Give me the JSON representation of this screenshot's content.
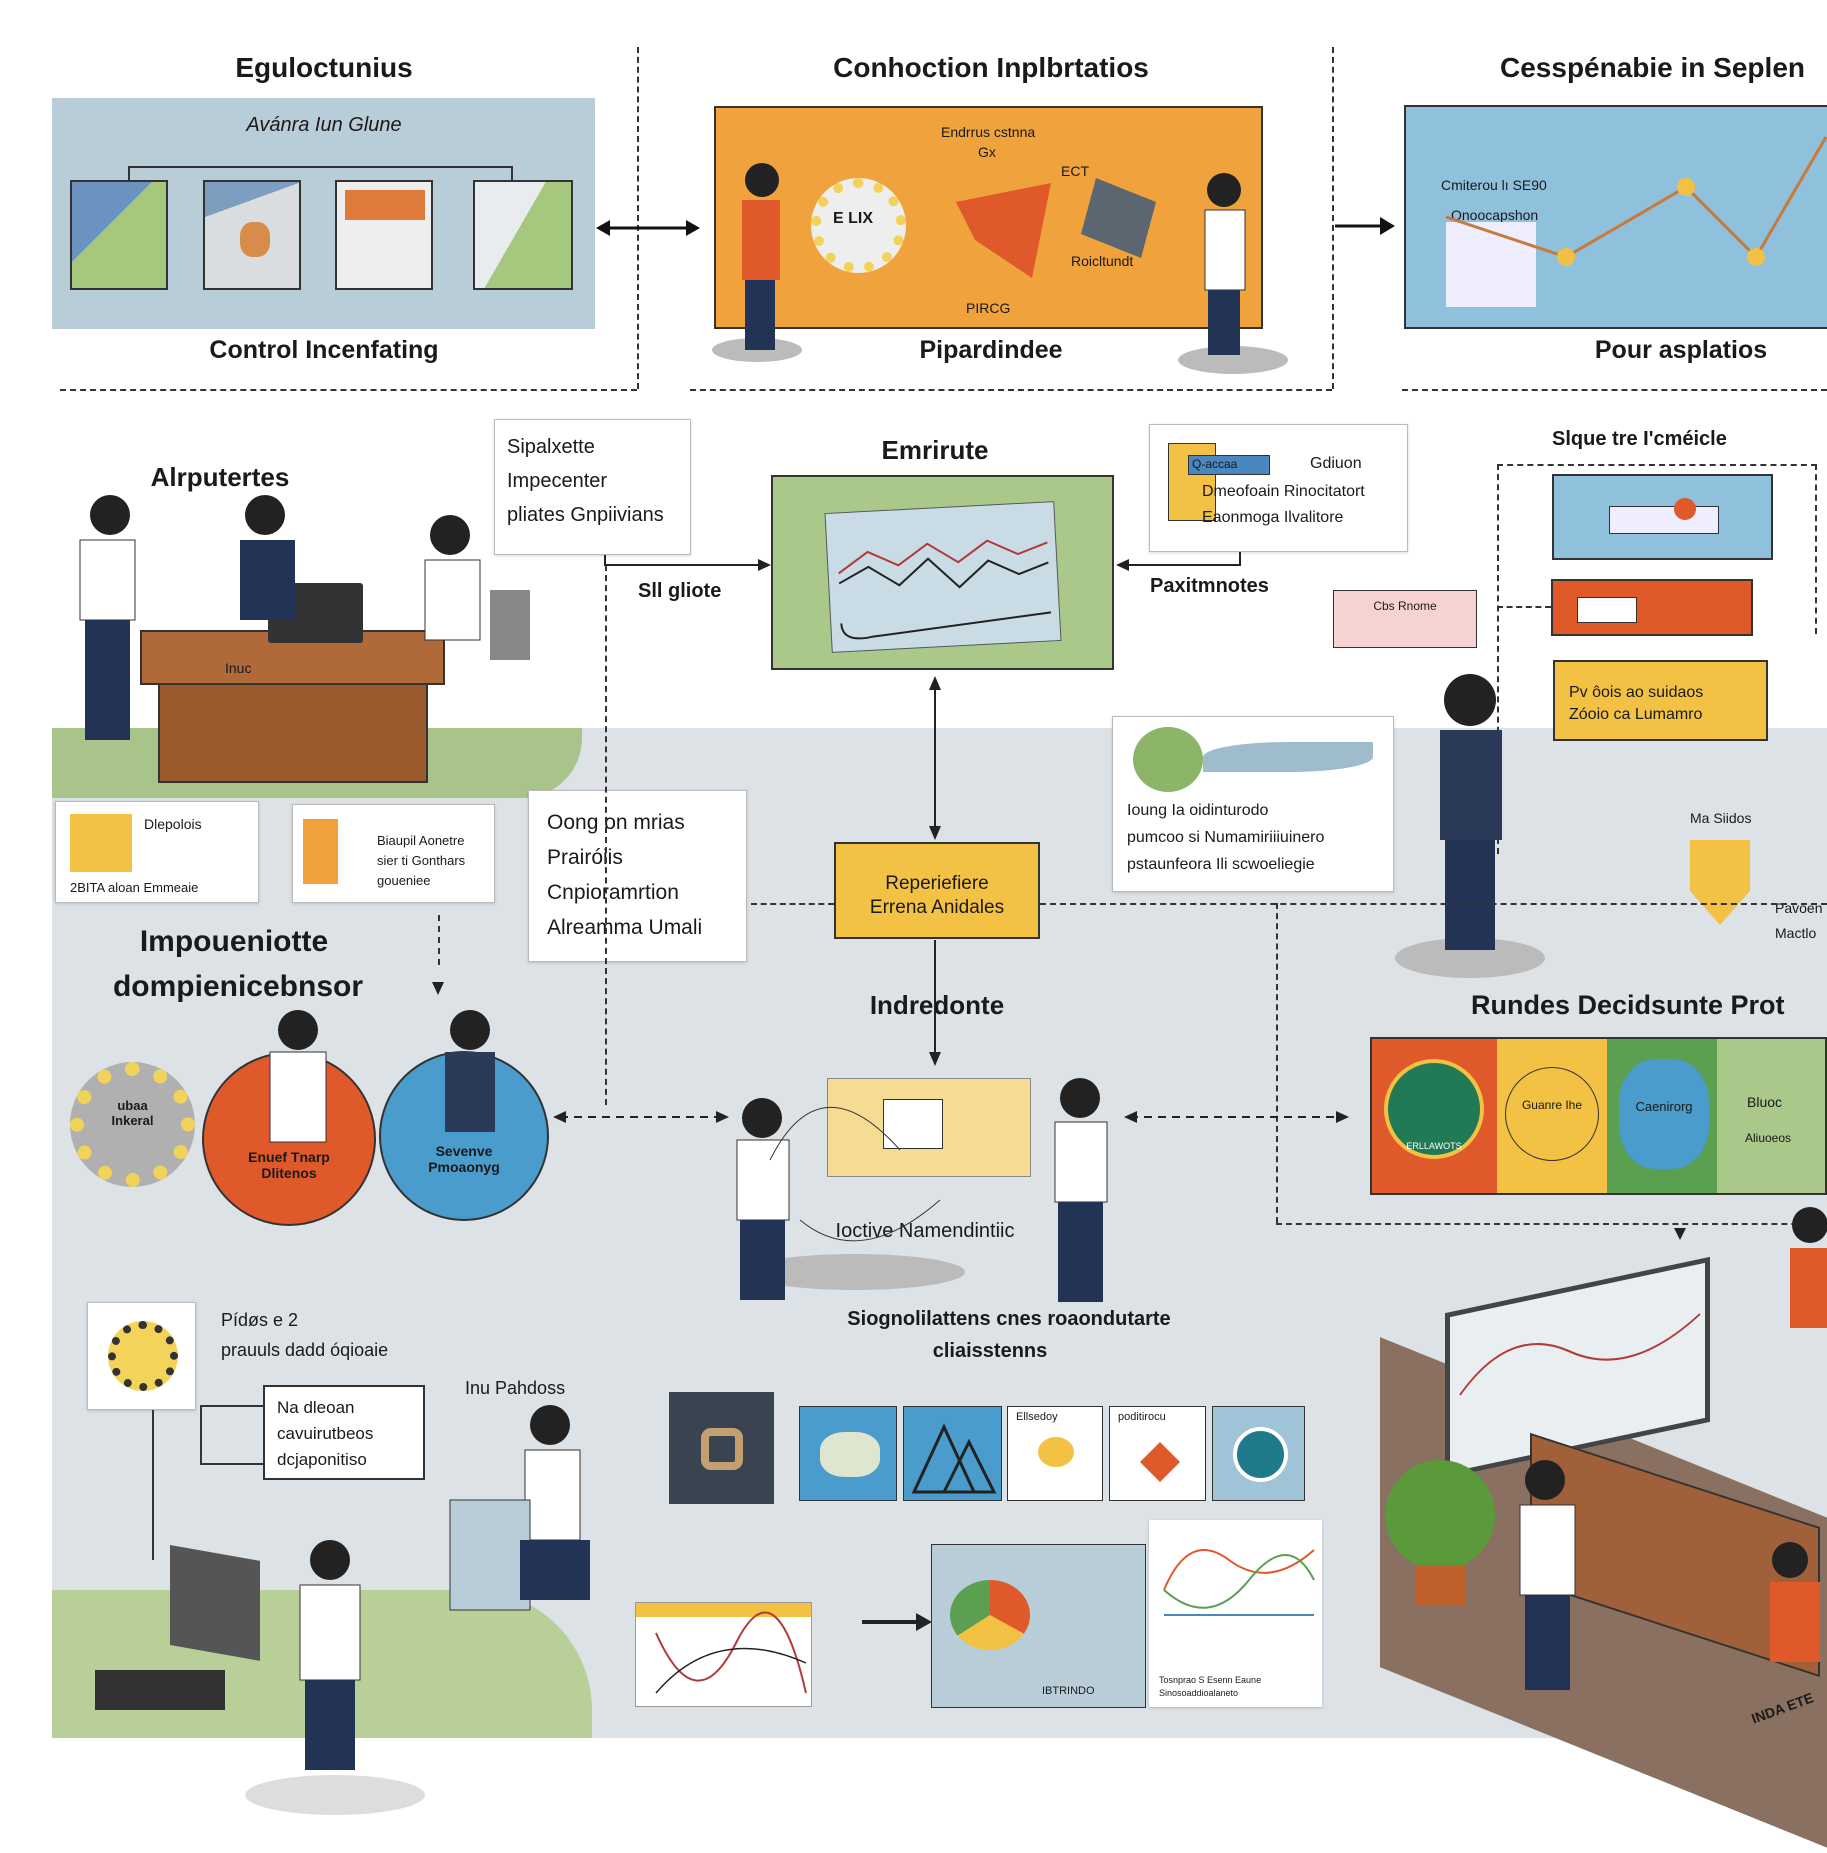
{
  "top_sections": [
    {
      "title": "Eguloctunius",
      "panel_title": "Avánra Iun Glune",
      "caption": "Control Incenfating"
    },
    {
      "title": "Conhoction Inplbrtatios",
      "panel_labels": [
        "Endrrus cstnna",
        "Gx",
        "ECT",
        "E LIX",
        "Roicltundt",
        "PIRCG"
      ],
      "caption": "Pipardindee"
    },
    {
      "title": "Cesspénabie in Seplen",
      "panel_labels": [
        "Cmiterou lı SE90",
        "Qnoocapshon"
      ],
      "caption": "Pour asplatios"
    }
  ],
  "office": {
    "title": "Alrputertes",
    "desk_label": "Inuc"
  },
  "callout": {
    "lines": [
      "Sipalxette",
      "Impecenter",
      "pliates Gnpiivians"
    ]
  },
  "center_top": {
    "title": "Emrirute",
    "left_label": "Sll gliote",
    "right_label": "Paxitmnotes"
  },
  "info_box": {
    "tag": "Q-accaa",
    "lines": [
      "Gdiuon",
      "Dmeofoain Rinocitatort",
      "Eaonmoga Ilvalitore"
    ]
  },
  "right_column": {
    "title": "Slque tre I'cméicle",
    "yellow_box": [
      "Pv ôois ao suidaos",
      "Zóoio ca Lumamro"
    ],
    "side_note": [
      "Ma  Siidos"
    ],
    "edge_labels": [
      "Pavoen",
      "Mactlo"
    ]
  },
  "speech_bubble": {
    "text": "Cbs Rnome"
  },
  "landscape_box": {
    "lines": [
      "Ioung Ia oidinturodo",
      "pumcoo si Numamiriiiuinero",
      "pstaunfeora Ili scwoeliegie"
    ]
  },
  "cards": [
    {
      "title": "Dlepolois",
      "subtitle": "2BITA aloan Emmeaie"
    },
    {
      "lines": [
        "Biaupil Aonetre",
        "sier ti Gonthars",
        "goueniee"
      ]
    }
  ],
  "text_list": {
    "lines": [
      "Oong on mrias",
      "Prairóiis",
      "Cnpioramrtion",
      "Alreamma Umali"
    ]
  },
  "yellow_center": {
    "lines": [
      "Reperiefiere",
      "Errena Anidales"
    ]
  },
  "left_mid": {
    "title_lines": [
      "Impoueniotte",
      "dompienicebnsor"
    ],
    "gear_label": [
      "ubaa",
      "Inkeral"
    ],
    "orange_circle": [
      "Enuef Tnarp",
      "Dlitenos"
    ],
    "blue_circle": [
      "Sevenve",
      "Pmoaonyg"
    ]
  },
  "center_mid": {
    "title": "Indredonte",
    "caption": "Ioctive Namendintiic",
    "bottom_caption": [
      "Siognolilattens cnes roaondutarte",
      "cliaisstenns"
    ]
  },
  "right_banner": {
    "title": "Rundes Decidsunte Prot",
    "sections": [
      "Guanre Ihe",
      "Caenirorg",
      "Bluoc",
      "Aliuoeos"
    ],
    "seal_text": "ERLLAWOTS"
  },
  "bottom_left": {
    "note": [
      "Pídøs e 2",
      "prauuls dadd óqioaie"
    ],
    "box": [
      "Na dleoan",
      "cavuirutbeos",
      "dcjaponitiso"
    ],
    "label": "Inu Pahdoss"
  },
  "icon_strip": {
    "labels": [
      "Ellsedoy",
      "poditirocu"
    ]
  },
  "bottom_center": {
    "labels": [
      "IBTRINDO",
      "Tosnprao S Esenn Eaune",
      "Sinosoaddioalaneto"
    ]
  },
  "bottom_right": {
    "label": "INDA ETE"
  },
  "colors": {
    "orange": "#f0a33c",
    "blue": "#6fa8c8",
    "green": "#9dbf72",
    "yellow": "#f3c143",
    "red": "#e0592a",
    "gray_bg": "#dfe3e6",
    "panel_blue": "#b9cdd8"
  }
}
